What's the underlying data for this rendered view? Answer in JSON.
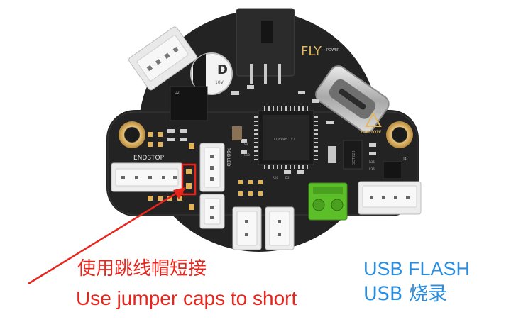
{
  "board": {
    "brand": "FLY",
    "brand_sub": "POWER",
    "logo_text": "mellow",
    "cap_label": "D",
    "cap_sub": "10V",
    "header_endstop": "ENDSTOP",
    "header_rgb": "RGB LED",
    "mcu_marking": "LQFP48 7x7",
    "chip_small_marking": "SOT223",
    "u4": "U4",
    "u2": "U2",
    "c1": "C1",
    "c10": "C10",
    "r35": "R35",
    "r36": "R36",
    "r26": "R26",
    "d2": "D2",
    "r34": "R34"
  },
  "annotations": {
    "jumper_cn": "使用跳线帽短接",
    "jumper_en": "Use jumper caps to short",
    "usb_en": "USB FLASH",
    "usb_cn": "USB 烧录"
  },
  "colors": {
    "pcb": "#232323",
    "jumper_note": "#e8251c",
    "usb_note": "#2a8ee0",
    "terminal": "#5cbf2a",
    "pad": "#d9b26a"
  }
}
